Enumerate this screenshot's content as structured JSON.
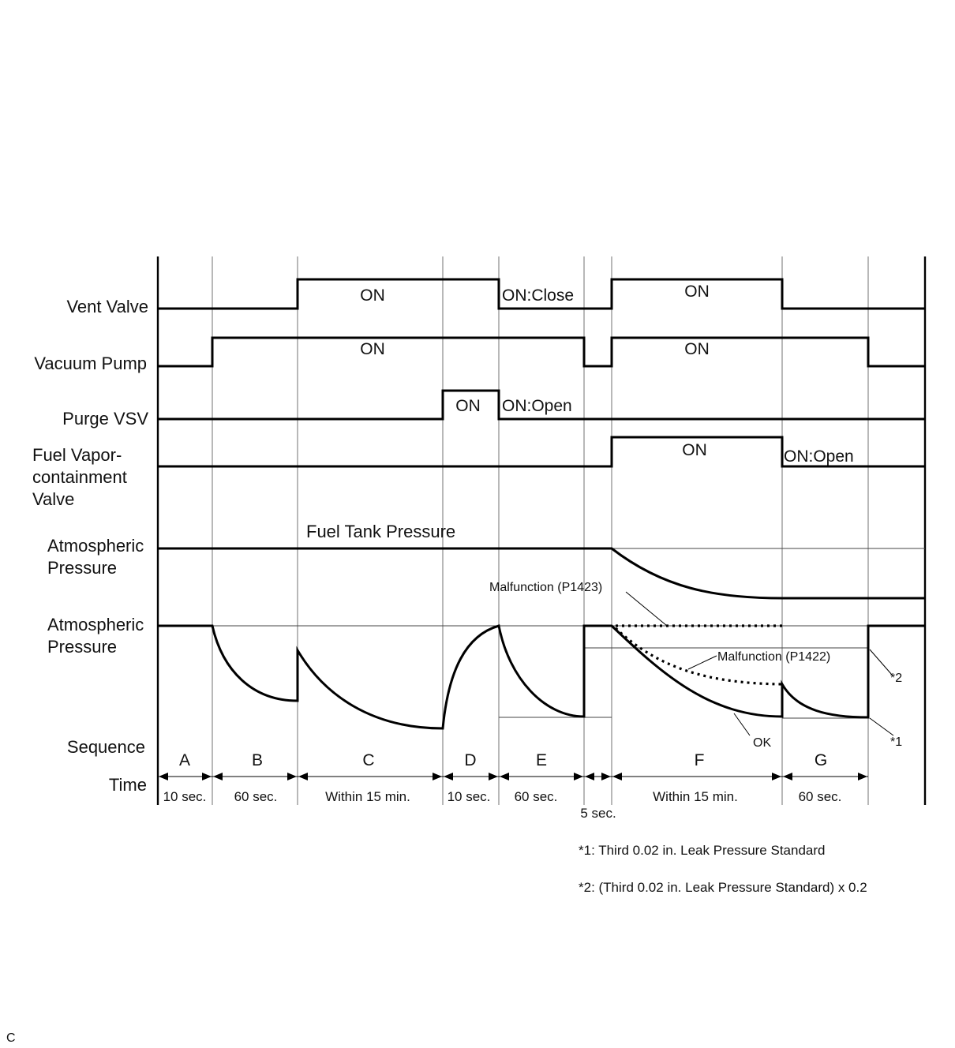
{
  "signals": {
    "vent_valve": "Vent Valve",
    "vacuum_pump": "Vacuum Pump",
    "purge_vsv": "Purge VSV",
    "fuel_vapor_line1": "Fuel Vapor-",
    "fuel_vapor_line2": "containment",
    "fuel_vapor_line3": "Valve"
  },
  "states": {
    "on": "ON",
    "on_close": "ON:Close",
    "on_open": "ON:Open"
  },
  "pressure": {
    "fuel_tank_pressure": "Fuel Tank Pressure",
    "atmospheric_line1": "Atmospheric",
    "atmospheric_line2": "Pressure",
    "malfunction_p1423": "Malfunction (P1423)",
    "malfunction_p1422": "Malfunction (P1422)",
    "ok": "OK",
    "ref1": "*1",
    "ref2": "*2"
  },
  "sequence": {
    "label": "Sequence",
    "steps": [
      "A",
      "B",
      "C",
      "D",
      "E",
      "F",
      "G"
    ]
  },
  "time": {
    "label": "Time",
    "durations": [
      "10 sec.",
      "60 sec.",
      "Within 15 min.",
      "10 sec.",
      "60 sec.",
      "Within 15 min.",
      "60 sec."
    ],
    "gap_duration": "5 sec."
  },
  "footnotes": [
    "*1: Third 0.02 in. Leak Pressure Standard",
    "*2: (Third 0.02 in. Leak Pressure Standard) x 0.2"
  ],
  "corner_mark": "C"
}
